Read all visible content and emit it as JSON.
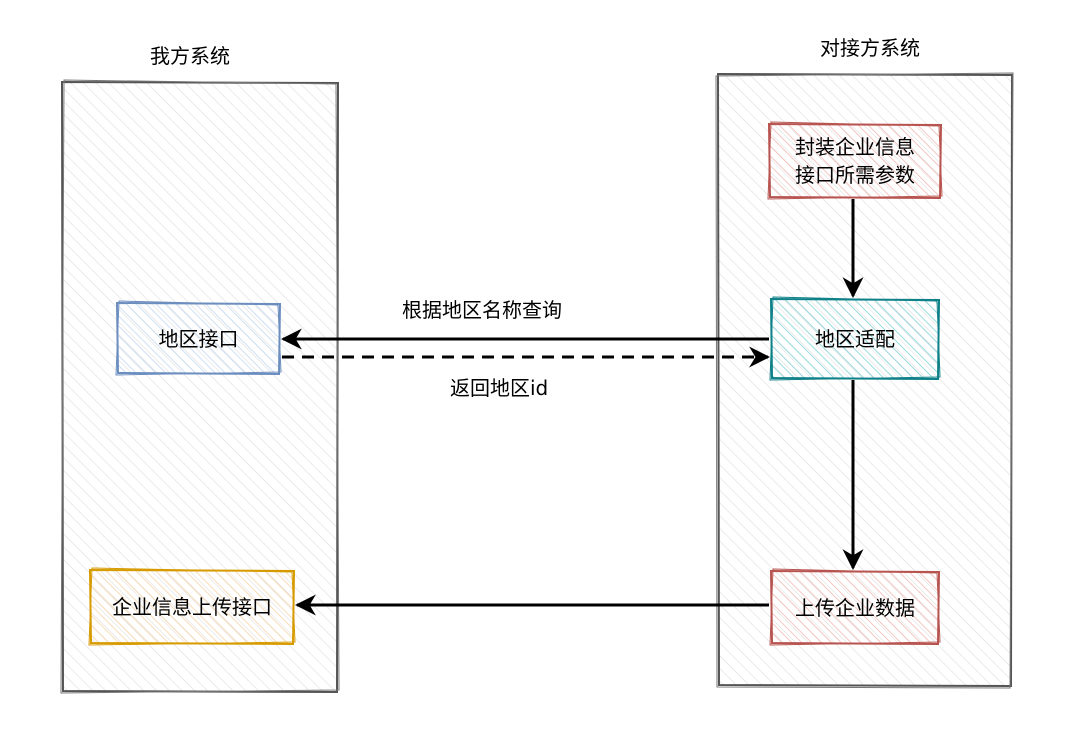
{
  "systems": {
    "ours": {
      "title": "我方系统"
    },
    "partner": {
      "title": "对接方系统"
    }
  },
  "nodes": {
    "region_api": {
      "label": "地区接口",
      "color": "#6c8ebf",
      "fill": "#dae8fc"
    },
    "company_upload_api": {
      "label": "企业信息上传接口",
      "color": "#d79b00",
      "fill": "#ffe6cc"
    },
    "package_params": {
      "line1": "封装企业信息",
      "line2": "接口所需参数",
      "color": "#b85450",
      "fill": "#f8cecc"
    },
    "region_adapt": {
      "label": "地区适配",
      "color": "#0e8088",
      "fill": "#b0e3e6"
    },
    "upload_company_data": {
      "label": "上传企业数据",
      "color": "#b85450",
      "fill": "#f8cecc"
    }
  },
  "edges": {
    "query_by_name": {
      "label": "根据地区名称查询"
    },
    "return_region_id": {
      "label": "返回地区id"
    }
  }
}
